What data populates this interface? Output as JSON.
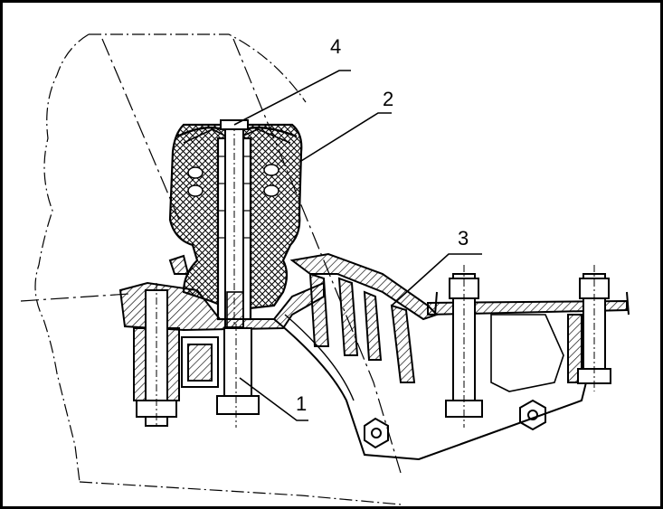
{
  "diagram": {
    "callouts": [
      {
        "id": "c1",
        "label": "1"
      },
      {
        "id": "c2",
        "label": "2"
      },
      {
        "id": "c3",
        "label": "3"
      },
      {
        "id": "c4",
        "label": "4"
      }
    ],
    "colors": {
      "ink": "#000000",
      "paper": "#ffffff",
      "rubber_hatch": "#000000"
    }
  }
}
